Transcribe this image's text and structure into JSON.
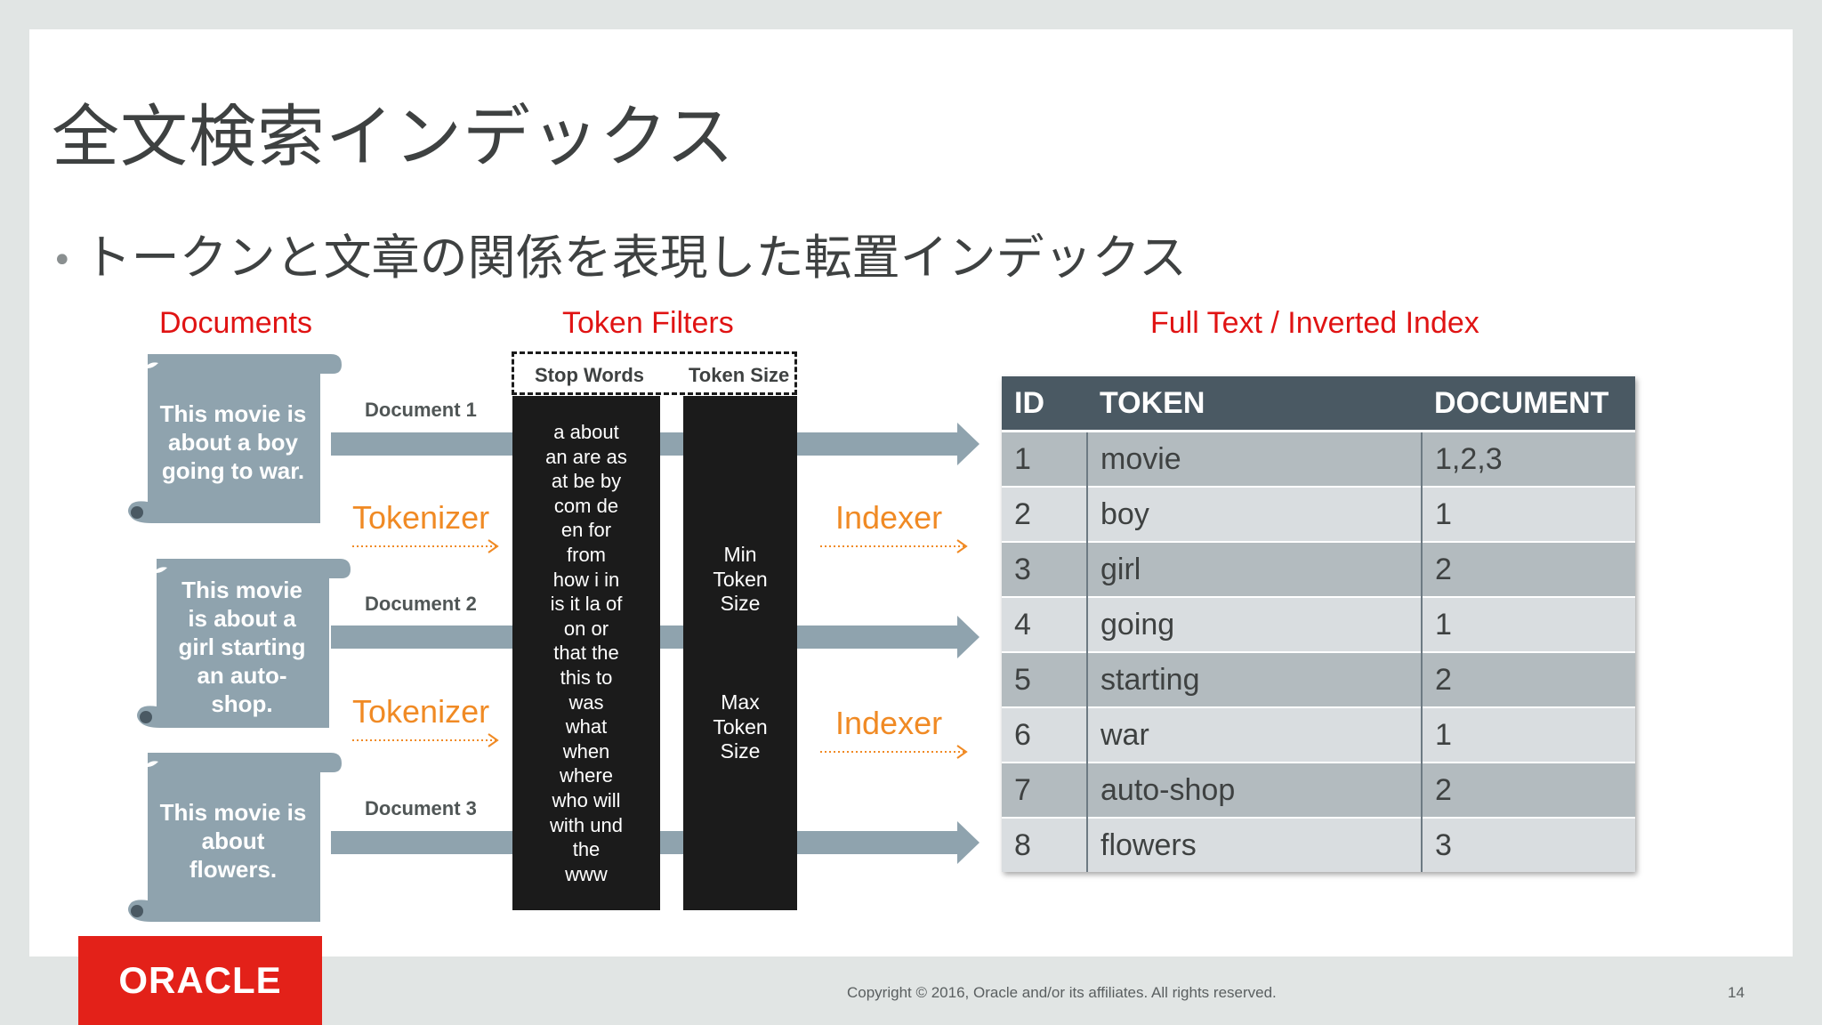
{
  "slide": {
    "title": "全文検索インデックス",
    "bullet": "トークンと文章の関係を表現した転置インデックス"
  },
  "sections": {
    "documents": "Documents",
    "token_filters": "Token Filters",
    "inverted_index": "Full Text / Inverted Index"
  },
  "documents": [
    {
      "label": "Document 1",
      "lines": [
        "This movie is",
        "about a boy",
        "going to war."
      ]
    },
    {
      "label": "Document 2",
      "lines": [
        "This movie",
        "is about a",
        "girl starting",
        "an auto-",
        "shop."
      ]
    },
    {
      "label": "Document 3",
      "lines": [
        "This movie is",
        "about",
        "flowers."
      ]
    }
  ],
  "flow_labels": {
    "tokenizer": [
      "Tokenizer",
      "Tokenizer"
    ],
    "indexer": [
      "Indexer",
      "Indexer"
    ]
  },
  "filters": {
    "stop_words_header": "Stop Words",
    "token_size_header": "Token Size",
    "stop_words_lines": [
      "a about",
      "an are as",
      "at be by",
      "com de",
      "en for",
      "from",
      "how i in",
      "is it la of",
      "on or",
      "that the",
      "this to",
      "was",
      "what",
      "when",
      "where",
      "who will",
      "with und",
      "the",
      "www"
    ],
    "min_token_size": [
      "Min",
      "Token",
      "Size"
    ],
    "max_token_size": [
      "Max",
      "Token",
      "Size"
    ]
  },
  "index_table": {
    "headers": [
      "ID",
      "TOKEN",
      "DOCUMENT"
    ],
    "rows": [
      [
        "1",
        "movie",
        "1,2,3"
      ],
      [
        "2",
        "boy",
        "1"
      ],
      [
        "3",
        "girl",
        "2"
      ],
      [
        "4",
        "going",
        "1"
      ],
      [
        "5",
        "starting",
        "2"
      ],
      [
        "6",
        "war",
        "1"
      ],
      [
        "7",
        "auto-shop",
        "2"
      ],
      [
        "8",
        "flowers",
        "3"
      ]
    ]
  },
  "footer": {
    "logo_text": "ORACLE",
    "copyright": "Copyright © 2016, Oracle and/or its affiliates. All rights reserved.",
    "page_number": "14"
  },
  "colors": {
    "section_red": "#e01313",
    "orange": "#f08a24",
    "arrow": "#8fa3ae",
    "scroll": "#8fa3ae",
    "table_header": "#4a5963",
    "oracle_red": "#e32119"
  }
}
